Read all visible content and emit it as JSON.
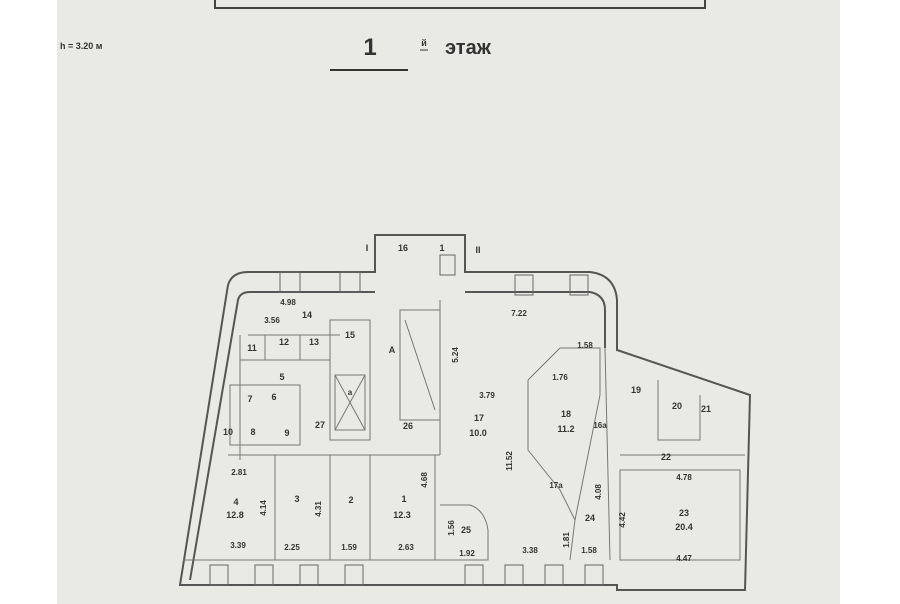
{
  "header": {
    "height_note": "h = 3.20 м",
    "floor_number": "1",
    "floor_suffix": "й",
    "floor_word": "этаж"
  },
  "plan": {
    "rooms": [
      "I",
      "16",
      "1",
      "II",
      "14",
      "11",
      "12",
      "13",
      "15",
      "A",
      "5",
      "6",
      "7",
      "8",
      "9",
      "10",
      "а",
      "27",
      "26",
      "17",
      "10.0",
      "18",
      "11.2",
      "16а",
      "1.76",
      "17а",
      "19",
      "20",
      "21",
      "22",
      "23",
      "20.4",
      "24",
      "25",
      "4",
      "12.8",
      "3",
      "2",
      "1",
      "12.3"
    ],
    "dimensions": [
      "4.98",
      "3.56",
      "5.24",
      "7.22",
      "1.58",
      "3.79",
      "11.52",
      "4.78",
      "2.81",
      "4.14",
      "4.31",
      "4.68",
      "4.08",
      "4.42",
      "1.56",
      "3.39",
      "2.25",
      "1.59",
      "2.63",
      "1.92",
      "3.38",
      "1.81",
      "1.58",
      "4.47"
    ]
  }
}
